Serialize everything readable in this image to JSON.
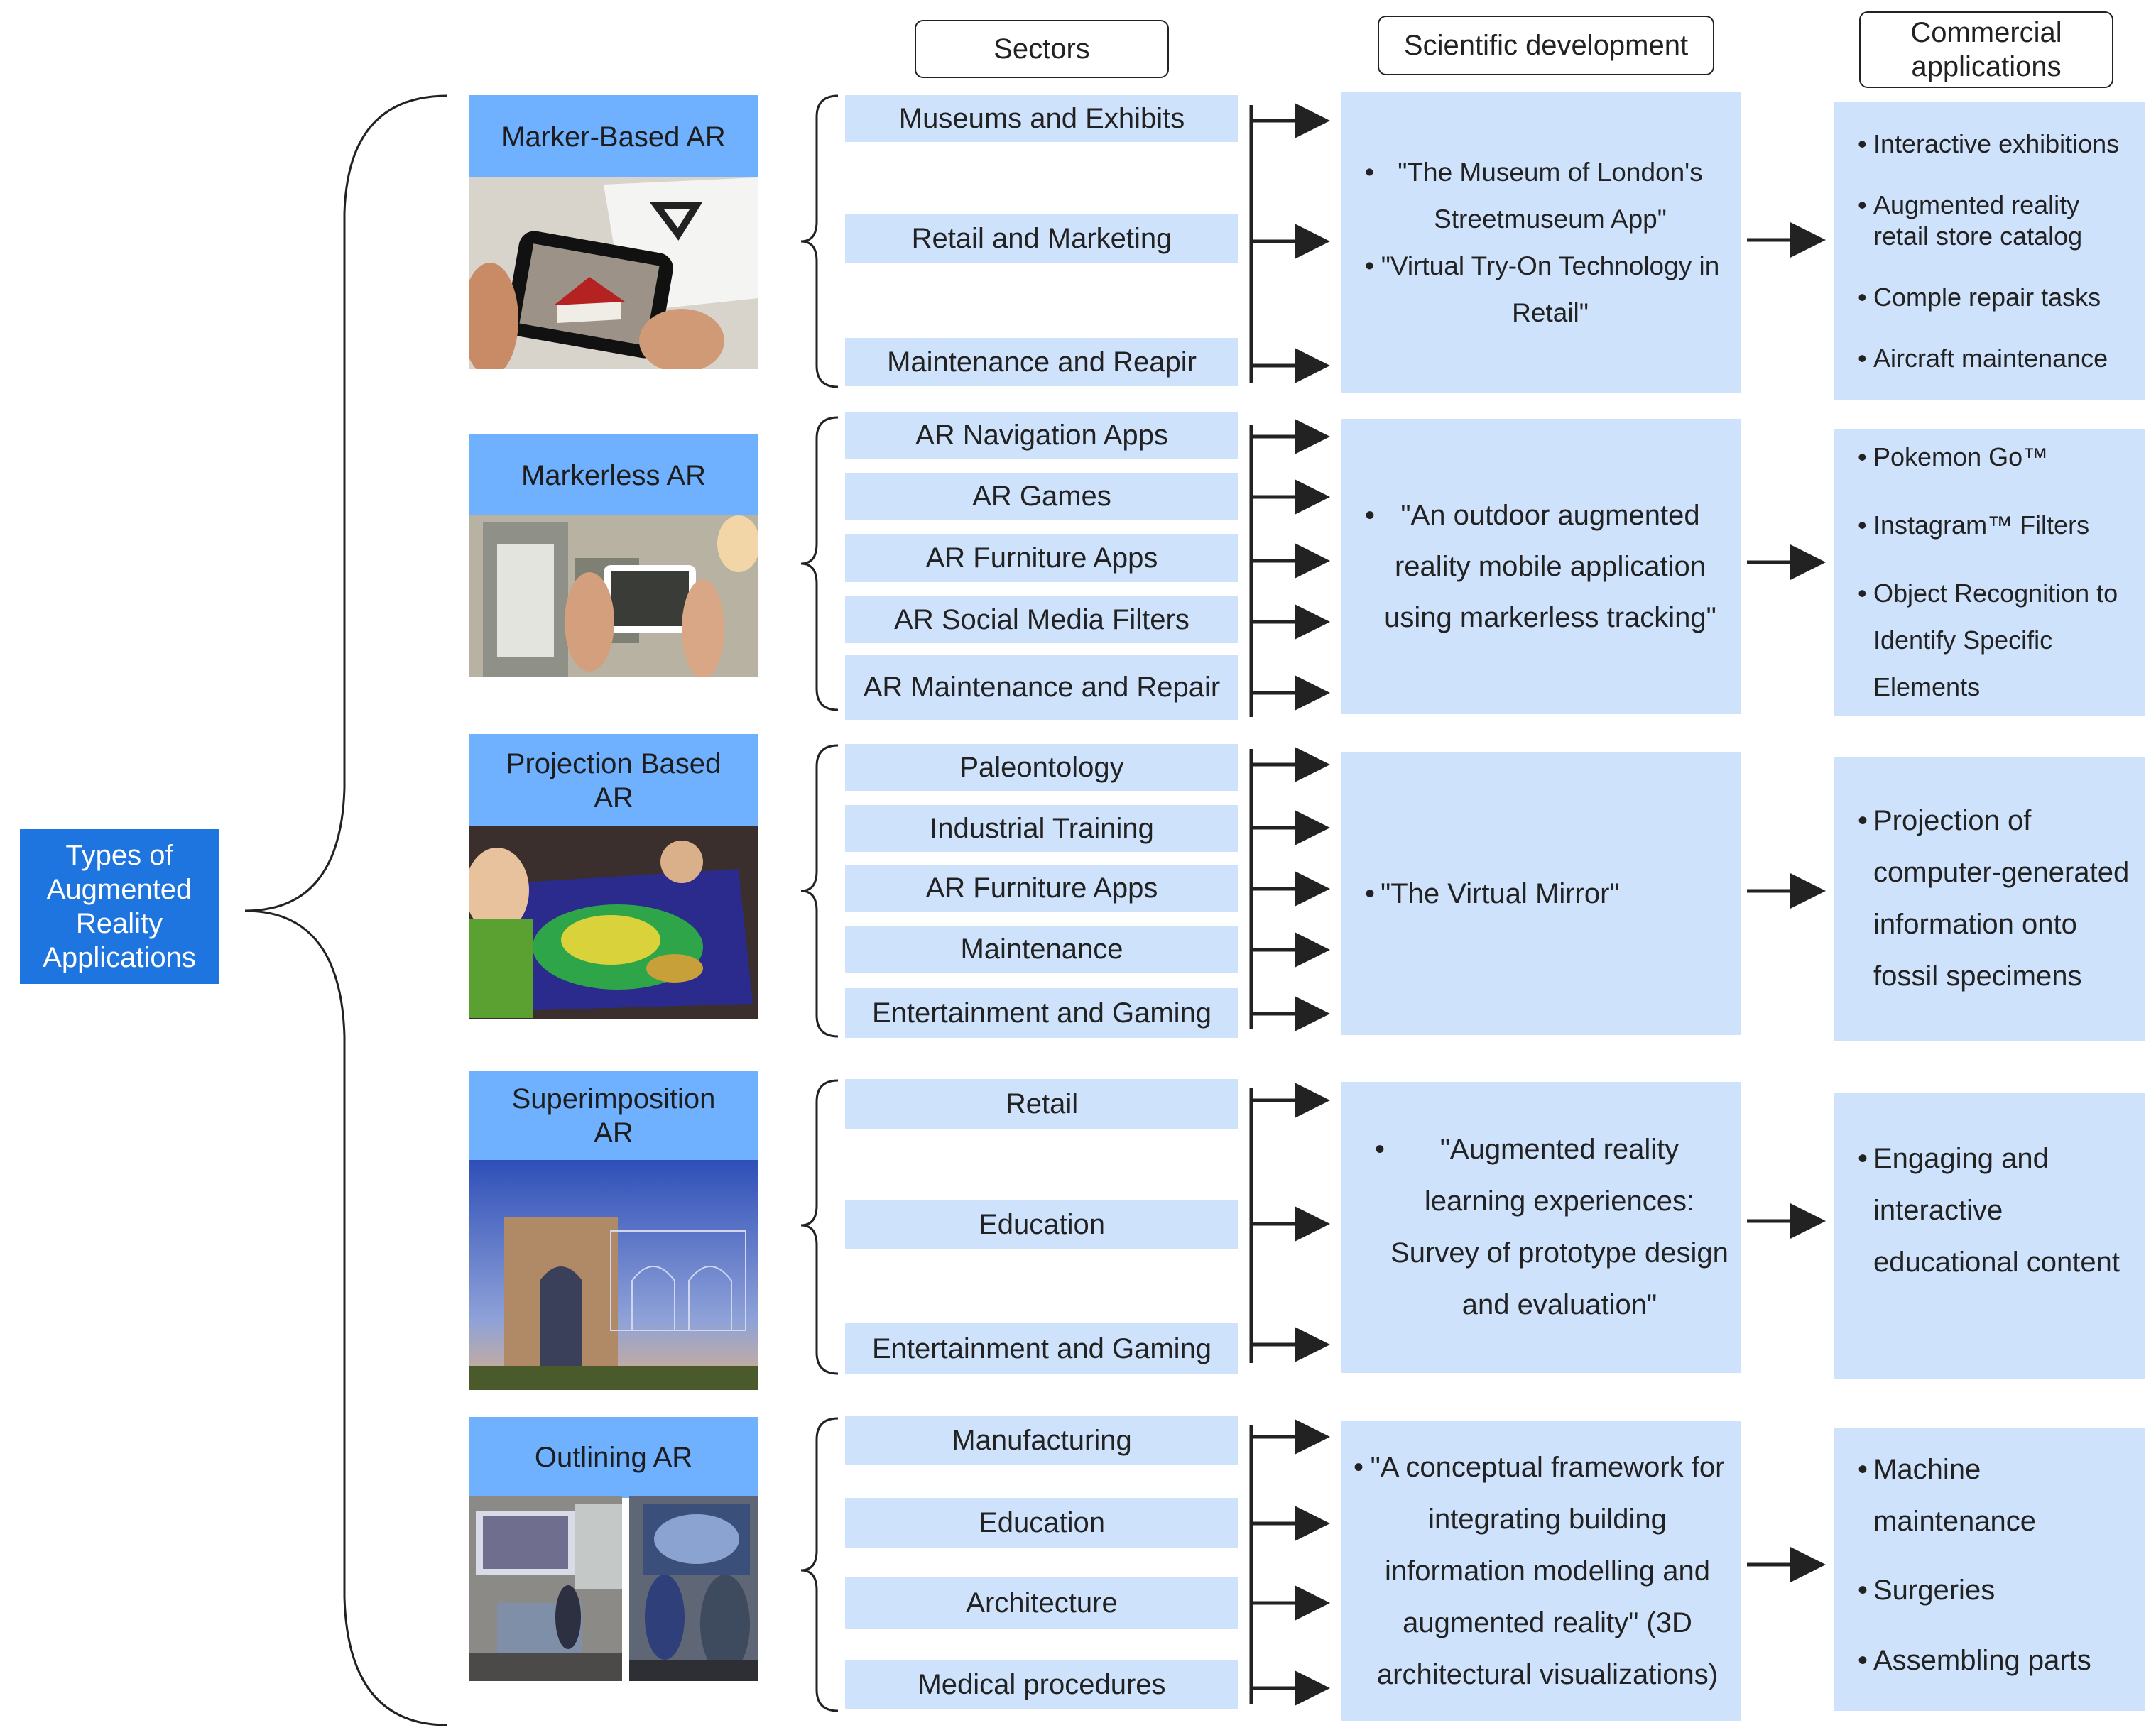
{
  "headers": {
    "sectors": "Sectors",
    "scientific": "Scientific development",
    "commercial": "Commercial applications"
  },
  "root": "Types of Augmented Reality Applications",
  "colors": {
    "root": "#1f75e0",
    "type_title": "#6fb1ff",
    "box": "#cfe2fc"
  },
  "types": [
    {
      "title": "Marker-Based AR",
      "sectors": [
        "Museums and Exhibits",
        "Retail and Marketing",
        "Maintenance and Reapir"
      ],
      "scientific": [
        "\"The Museum of London's Streetmuseum App\"",
        "\"Virtual Try-On Technology in Retail\""
      ],
      "commercial": [
        "Interactive exhibitions",
        "Augmented reality retail store catalog",
        "Comple repair tasks",
        "Aircraft maintenance"
      ]
    },
    {
      "title": "Markerless AR",
      "sectors": [
        "AR Navigation Apps",
        "AR Games",
        "AR Furniture Apps",
        "AR Social Media Filters",
        "AR Maintenance and Repair"
      ],
      "scientific": [
        "\"An outdoor augmented reality mobile application using markerless tracking\""
      ],
      "commercial": [
        "Pokemon Go™",
        "Instagram™ Filters",
        "Object Recognition to Identify Specific Elements"
      ]
    },
    {
      "title": "Projection Based AR",
      "sectors": [
        "Paleontology",
        "Industrial Training",
        "AR Furniture Apps",
        "Maintenance",
        "Entertainment and Gaming"
      ],
      "scientific": [
        "\"The Virtual Mirror\""
      ],
      "commercial": [
        "Projection of computer-generated information onto fossil specimens"
      ]
    },
    {
      "title": "Superimposition AR",
      "sectors": [
        "Retail",
        "Education",
        "Entertainment and Gaming"
      ],
      "scientific": [
        "\"Augmented reality learning experiences: Survey of prototype design and evaluation\""
      ],
      "commercial": [
        "Engaging and interactive educational content"
      ]
    },
    {
      "title": "Outlining AR",
      "sectors": [
        "Manufacturing",
        "Education",
        "Architecture",
        "Medical procedures"
      ],
      "scientific": [
        "\"A conceptual framework for integrating building information modelling and augmented reality\" (3D architectural visualizations)"
      ],
      "commercial": [
        "Machine maintenance",
        "Surgeries",
        "Assembling parts"
      ]
    }
  ]
}
